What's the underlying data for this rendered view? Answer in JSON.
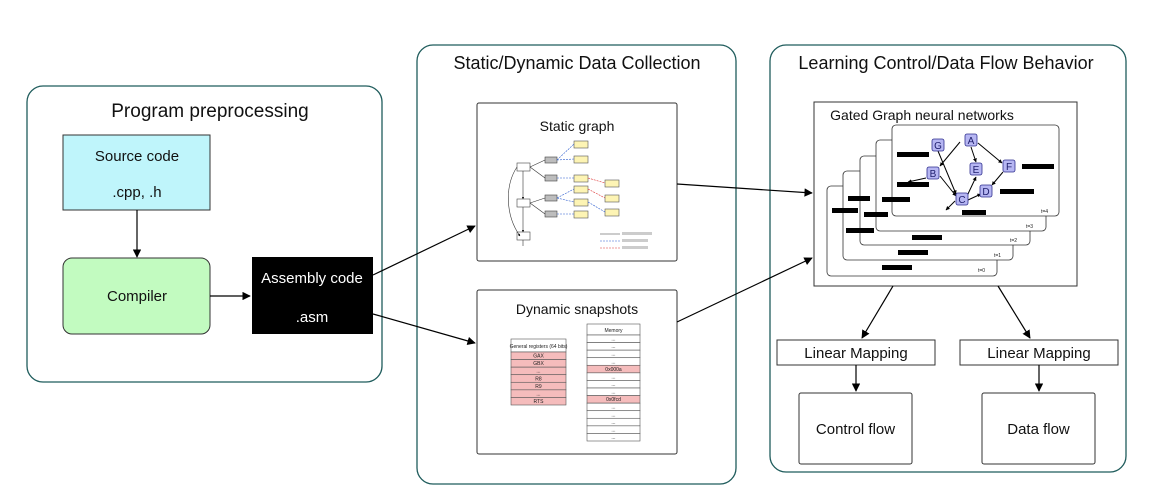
{
  "stages": {
    "preprocessing": {
      "title": "Program preprocessing"
    },
    "collection": {
      "title": "Static/Dynamic Data Collection"
    },
    "learning": {
      "title": "Learning Control/Data Flow Behavior"
    }
  },
  "nodes": {
    "source": {
      "line1": "Source code",
      "line2": ".cpp, .h"
    },
    "compiler": {
      "label": "Compiler"
    },
    "assembly": {
      "line1": "Assembly code",
      "line2": ".asm"
    },
    "static_graph": {
      "title": "Static graph"
    },
    "dynamic": {
      "title": "Dynamic snapshots",
      "registers_header": "General registers (64 bits)",
      "registers": [
        "GAX",
        "GBX",
        "...",
        "R8",
        "R9",
        "...",
        "RTS"
      ],
      "memory_header": "Memory",
      "memory": [
        "...",
        "...",
        "...",
        "...",
        "0x000a",
        "...",
        "...",
        "...",
        "0x0fcd",
        "...",
        "...",
        "...",
        "...",
        "..."
      ]
    },
    "ggnn": {
      "title": "Gated Graph neural networks",
      "time_labels": [
        "t=4",
        "t=3",
        "t=2",
        "t=1",
        "t=0"
      ],
      "graph_nodes": [
        "A",
        "B",
        "C",
        "D",
        "E",
        "F",
        "G"
      ]
    },
    "linear_left": {
      "label": "Linear Mapping"
    },
    "linear_right": {
      "label": "Linear Mapping"
    },
    "control_flow": {
      "label": "Control flow"
    },
    "data_flow": {
      "label": "Data flow"
    }
  },
  "colors": {
    "stage_border": "#1f5c5c",
    "source_fill": "#bff5fb",
    "compiler_fill": "#c2fbc0",
    "assembly_fill": "#000000",
    "register_fill": "#f5bcbc",
    "graph_node_fill": "#b6b6f2",
    "graph_node_stroke": "#2f2f8f"
  }
}
